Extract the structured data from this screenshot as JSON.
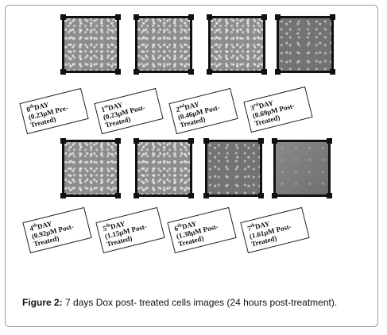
{
  "panels": [
    {
      "day_num": "0",
      "day_sup": "th",
      "day_word": "DAY",
      "conc": "(0.23μM Pre-",
      "status": "Treated)"
    },
    {
      "day_num": "1",
      "day_sup": "st",
      "day_word": "DAY",
      "conc": "(0.23μM Post-",
      "status": "Treated)"
    },
    {
      "day_num": "2",
      "day_sup": "nd",
      "day_word": "DAY",
      "conc": "(0.46μM Post-",
      "status": "Treated)"
    },
    {
      "day_num": "3",
      "day_sup": "rd",
      "day_word": "DAY",
      "conc": "(0.69μM Post-",
      "status": "Treated)"
    },
    {
      "day_num": "4",
      "day_sup": "th",
      "day_word": "DAY",
      "conc": "(0.92μM Post-",
      "status": "Treated)"
    },
    {
      "day_num": "5",
      "day_sup": "th",
      "day_word": "DAY",
      "conc": "(1.15μM Post-",
      "status": "Treated)"
    },
    {
      "day_num": "6",
      "day_sup": "th",
      "day_word": "DAY",
      "conc": "(1.38μM Post-",
      "status": "Treated)"
    },
    {
      "day_num": "7",
      "day_sup": "th",
      "day_word": "DAY",
      "conc": "(1.61μM Post-",
      "status": "Treated)"
    }
  ],
  "caption": {
    "label": "Figure 2:",
    "text": " 7 days Dox post- treated cells images (24 hours post-treatment)."
  }
}
